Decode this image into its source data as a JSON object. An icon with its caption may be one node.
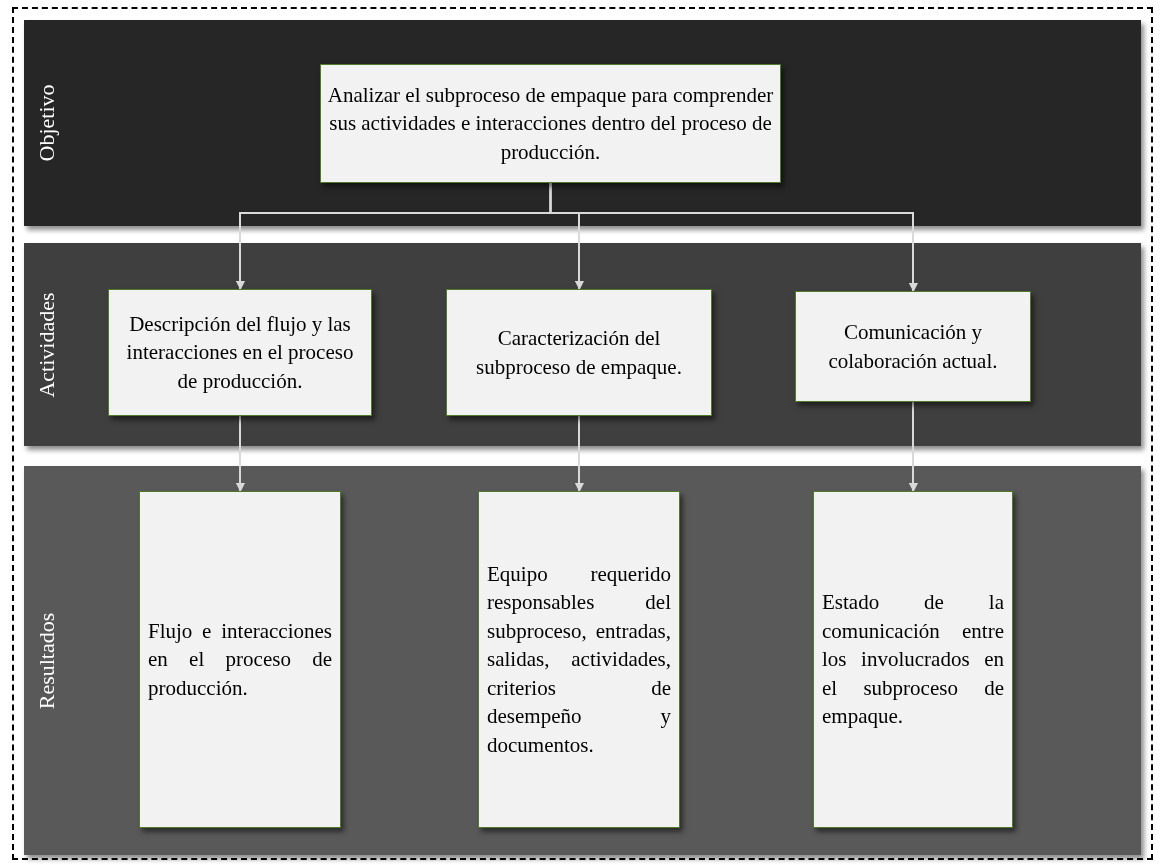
{
  "diagram": {
    "nodes": [
      {
        "text": [
          "Objetivo"
        ]
      },
      {
        "text": [
          "Analizar el subproceso de empaque para comprender sus actividades e interacciones dentro del proceso de producción."
        ],
        "in": 0
      },
      {
        "text": [
          "Actividades"
        ]
      },
      {
        "text": [
          "Descripción del flujo y las interacciones en el proceso de producción."
        ],
        "in": 2
      },
      {
        "text": [
          "Caracterización del subproceso de empaque."
        ],
        "in": 2
      },
      {
        "text": [
          "Comunicación y colaboración actual."
        ],
        "in": 2
      },
      {
        "text": [
          "Resultados"
        ]
      },
      {
        "text": [
          "Flujo e interacciones en el proceso de producción."
        ],
        "in": 6
      },
      {
        "text": [
          "Equipo requerido responsables del subproceso, entradas, salidas, actividades, criterios de desempeño y documentos."
        ],
        "in": 6
      },
      {
        "text": [
          "Estado de la comunicación entre los involucrados en el subproceso de empaque."
        ],
        "in": 6
      }
    ],
    "edges": [
      {
        "from": 1,
        "to": 3,
        "arrow": "to"
      },
      {
        "from": 1,
        "to": 4,
        "arrow": "to"
      },
      {
        "from": 1,
        "to": 5,
        "arrow": "to"
      },
      {
        "from": 3,
        "to": 7,
        "arrow": "to"
      },
      {
        "from": 4,
        "to": 8,
        "arrow": "to"
      },
      {
        "from": 5,
        "to": 9,
        "arrow": "to"
      }
    ]
  }
}
